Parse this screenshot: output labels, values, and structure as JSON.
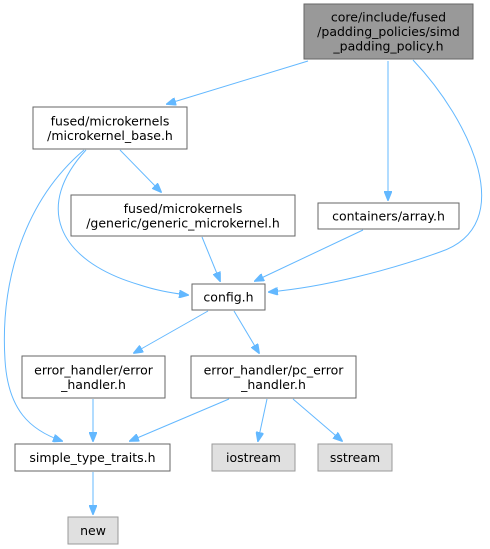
{
  "colors": {
    "edge": "#63b8ff",
    "node_border": "#666666",
    "node_fill_default": "#ffffff",
    "node_fill_root": "#999999",
    "node_fill_external": "#e0e0e0",
    "node_border_external": "#999999"
  },
  "nodes": [
    {
      "id": "root",
      "label_lines": [
        "core/include/fused",
        "/padding_policies/simd",
        "_padding_policy.h"
      ],
      "style": "root"
    },
    {
      "id": "microkernel_base",
      "label_lines": [
        "fused/microkernels",
        "/microkernel_base.h"
      ],
      "style": "default"
    },
    {
      "id": "generic_microkernel",
      "label_lines": [
        "fused/microkernels",
        "/generic/generic_microkernel.h"
      ],
      "style": "default"
    },
    {
      "id": "array",
      "label_lines": [
        "containers/array.h"
      ],
      "style": "default"
    },
    {
      "id": "config",
      "label_lines": [
        "config.h"
      ],
      "style": "default"
    },
    {
      "id": "error_handler",
      "label_lines": [
        "error_handler/error",
        "_handler.h"
      ],
      "style": "default"
    },
    {
      "id": "pc_error_handler",
      "label_lines": [
        "error_handler/pc_error",
        "_handler.h"
      ],
      "style": "default"
    },
    {
      "id": "simple_type_traits",
      "label_lines": [
        "simple_type_traits.h"
      ],
      "style": "default"
    },
    {
      "id": "iostream",
      "label_lines": [
        "iostream"
      ],
      "style": "external"
    },
    {
      "id": "sstream",
      "label_lines": [
        "sstream"
      ],
      "style": "external"
    },
    {
      "id": "new",
      "label_lines": [
        "new"
      ],
      "style": "external"
    }
  ],
  "edges": [
    {
      "from": "root",
      "to": "microkernel_base"
    },
    {
      "from": "root",
      "to": "array"
    },
    {
      "from": "root",
      "to": "config"
    },
    {
      "from": "microkernel_base",
      "to": "generic_microkernel"
    },
    {
      "from": "microkernel_base",
      "to": "config"
    },
    {
      "from": "microkernel_base",
      "to": "simple_type_traits"
    },
    {
      "from": "generic_microkernel",
      "to": "config"
    },
    {
      "from": "array",
      "to": "config"
    },
    {
      "from": "config",
      "to": "error_handler"
    },
    {
      "from": "config",
      "to": "pc_error_handler"
    },
    {
      "from": "error_handler",
      "to": "simple_type_traits"
    },
    {
      "from": "pc_error_handler",
      "to": "simple_type_traits"
    },
    {
      "from": "pc_error_handler",
      "to": "iostream"
    },
    {
      "from": "pc_error_handler",
      "to": "sstream"
    },
    {
      "from": "simple_type_traits",
      "to": "new"
    }
  ]
}
